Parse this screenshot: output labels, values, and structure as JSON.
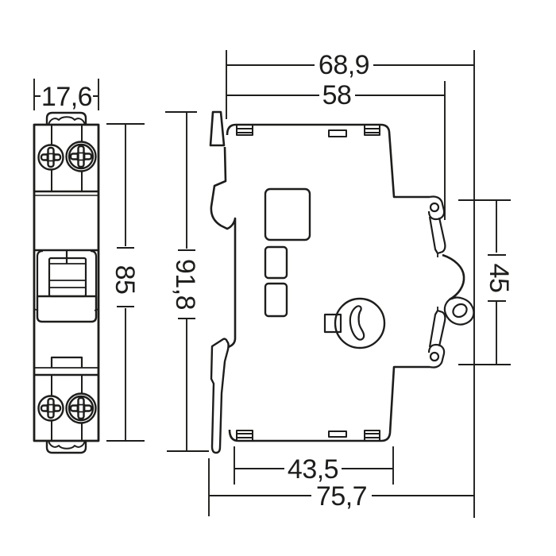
{
  "colors": {
    "line": "#1d1d1b",
    "background": "#ffffff"
  },
  "front_view": {
    "width_label": "17,6",
    "height_label": "85"
  },
  "side_view": {
    "overall_depth_label": "68,9",
    "body_depth_label": "58",
    "overall_height_label": "91,8",
    "terminal_span_label": "45",
    "base_depth_label": "43,5",
    "total_depth_label": "75,7"
  }
}
